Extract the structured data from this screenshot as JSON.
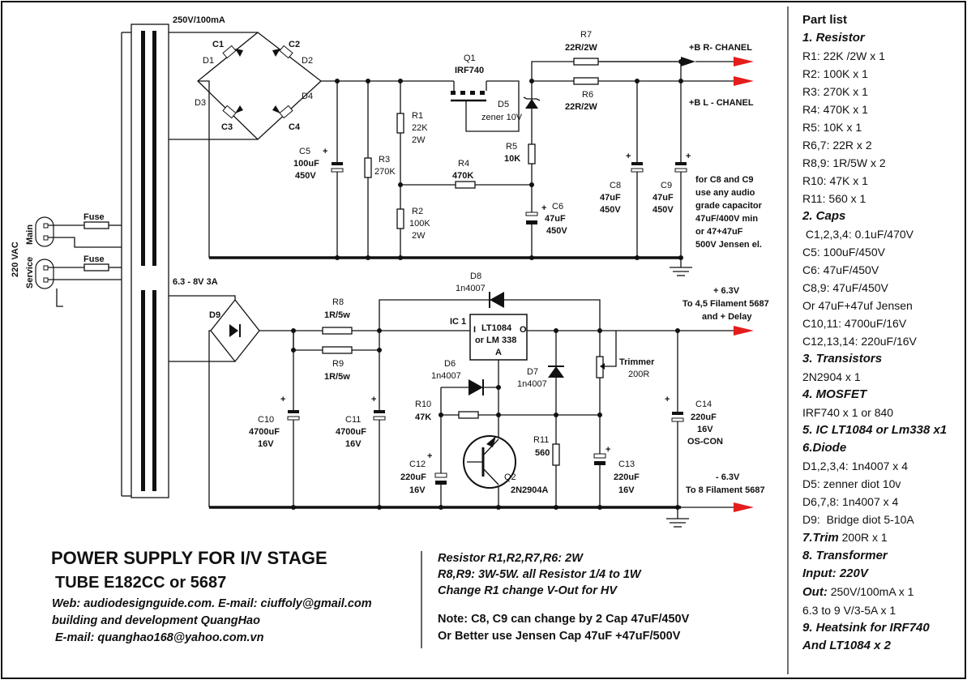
{
  "schematic": {
    "hv_transformer_label": "250V/100mA",
    "fil_transformer_label": "6.3 - 8V 3A",
    "mains_label": "220 VAC",
    "main_label": "Main",
    "service_label": "Service",
    "fuse_label": "Fuse",
    "c1": "C1",
    "c2": "C2",
    "c3": "C3",
    "c4": "C4",
    "d1": "D1",
    "d2": "D2",
    "d3": "D3",
    "d4": "D4",
    "c5": "C5",
    "c5_val": "100uF",
    "c5_v": "450V",
    "r3": "R3",
    "r3_val": "270K",
    "r1": "R1",
    "r1_val": "22K",
    "r1_w": "2W",
    "r2": "R2",
    "r2_val": "100K",
    "r2_w": "2W",
    "q1": "Q1",
    "q1_val": "IRF740",
    "d5": "D5",
    "d5_val": "zener 10V",
    "r4": "R4",
    "r4_val": "470K",
    "r5": "R5",
    "r5_val": "10K",
    "c6": "C6",
    "c6_val": "47uF",
    "c6_v": "450V",
    "r7": "R7",
    "r7_val": "22R/2W",
    "r6": "R6",
    "r6_val": "22R/2W",
    "out_r": "+B  R- CHANEL",
    "out_l": "+B  L - CHANEL",
    "c8": "C8",
    "c8_val": "47uF",
    "c8_v": "450V",
    "c9": "C9",
    "c9_val": "47uF",
    "c9_v": "450V",
    "cap_note": [
      "for C8 and C9",
      "use any audio",
      "grade capacitor",
      "47uF/400V min",
      "or 47+47uF",
      "500V Jensen el."
    ],
    "d9": "D9",
    "r8": "R8",
    "r8_val": "1R/5w",
    "r9": "R9",
    "r9_val": "1R/5w",
    "d8": "D8",
    "d8_val": "1n4007",
    "ic1": "IC 1",
    "ic_val1": "LT1084",
    "ic_val2": "or LM 338",
    "ic_val3": "A",
    "pin_i": "I",
    "pin_o": "O",
    "out_p63": "+ 6.3V",
    "out_p63_desc1": "To 4,5 Filament 5687",
    "out_p63_desc2": "and + Delay",
    "trimmer": "Trimmer",
    "trimmer_val": "200R",
    "d6": "D6",
    "d6_val": "1n4007",
    "d7": "D7",
    "d7_val": "1n4007",
    "r10": "R10",
    "r10_val": "47K",
    "r11": "R11",
    "r11_val": "560",
    "c10": "C10",
    "c10_val": "4700uF",
    "c10_v": "16V",
    "c11": "C11",
    "c11_val": "4700uF",
    "c11_v": "16V",
    "c12": "C12",
    "c12_val": "220uF",
    "c12_v": "16V",
    "c13": "C13",
    "c13_val": "220uF",
    "c13_v": "16V",
    "c14": "C14",
    "c14_val": "220uF",
    "c14_v": "16V",
    "c14_type": "OS-CON",
    "q2": "Q2",
    "q2_val": "2N2904A",
    "out_m63": "- 6.3V",
    "out_m63_desc": "To 8 Filament 5687",
    "plus": "+"
  },
  "title": {
    "line1": "POWER SUPPLY FOR I/V STAGE",
    "line2": "TUBE E182CC or 5687"
  },
  "info": {
    "web": "Web: audiodesignguide.com. E-mail: ciuffoly@gmail.com",
    "building": "building and development QuangHao",
    "email": "E-mail: quanghao168@yahoo.com.vn"
  },
  "notes": {
    "l1": "Resistor R1,R2,R7,R6: 2W",
    "l2": "R8,R9: 3W-5W. all Resistor 1/4  to 1W",
    "l3": "Change R1 change V-Out for HV",
    "l4": "Note: C8, C9 can change by 2 Cap 47uF/450V",
    "l5": "Or Better use Jensen Cap 47uF +47uF/500V"
  },
  "partlist": {
    "title": "Part list",
    "resistor_head": "1. Resistor",
    "resistors": [
      "R1: 22K /2W x 1",
      "R2: 100K x 1",
      "R3: 270K x 1",
      "R4: 470K x 1",
      "R5: 10K x 1",
      "R6,7: 22R x 2",
      "R8,9: 1R/5W x 2",
      "R10: 47K x 1",
      "R11: 560 x 1"
    ],
    "caps_head": "2. Caps",
    "caps": [
      " C1,2,3,4: 0.1uF/470V",
      "C5: 100uF/450V",
      "C6: 47uF/450V",
      "C8,9: 47uF/450V",
      "Or 47uF+47uf Jensen",
      "C10,11: 4700uF/16V",
      "C12,13,14: 220uF/16V"
    ],
    "trans_head": "3. Transistors",
    "trans": [
      "2N2904 x 1"
    ],
    "mosfet_head": "4. MOSFET",
    "mosfet": [
      "IRF740 x 1 or 840"
    ],
    "ic_head": "5. IC LT1084 or Lm338 x1",
    "diode_head": "6.Diode",
    "diodes": [
      "D1,2,3,4: 1n4007 x 4",
      "D5: zenner diot 10v",
      "D6,7,8: 1n4007 x 4",
      "D9:  Bridge diot 5-10A"
    ],
    "trim_head": "7.Trim",
    "trim_val": " 200R x 1",
    "xfmr_head": "8. Transformer",
    "xfmr_in": "Input: 220V",
    "xfmr_out_head": "Out:",
    "xfmr_out_val": " 250V/100mA x 1",
    "xfmr_out2": "6.3 to 9 V/3-5A x 1",
    "heatsink_head": "9. Heatsink  for IRF740",
    "heatsink2": "And LT1084 x 2"
  }
}
